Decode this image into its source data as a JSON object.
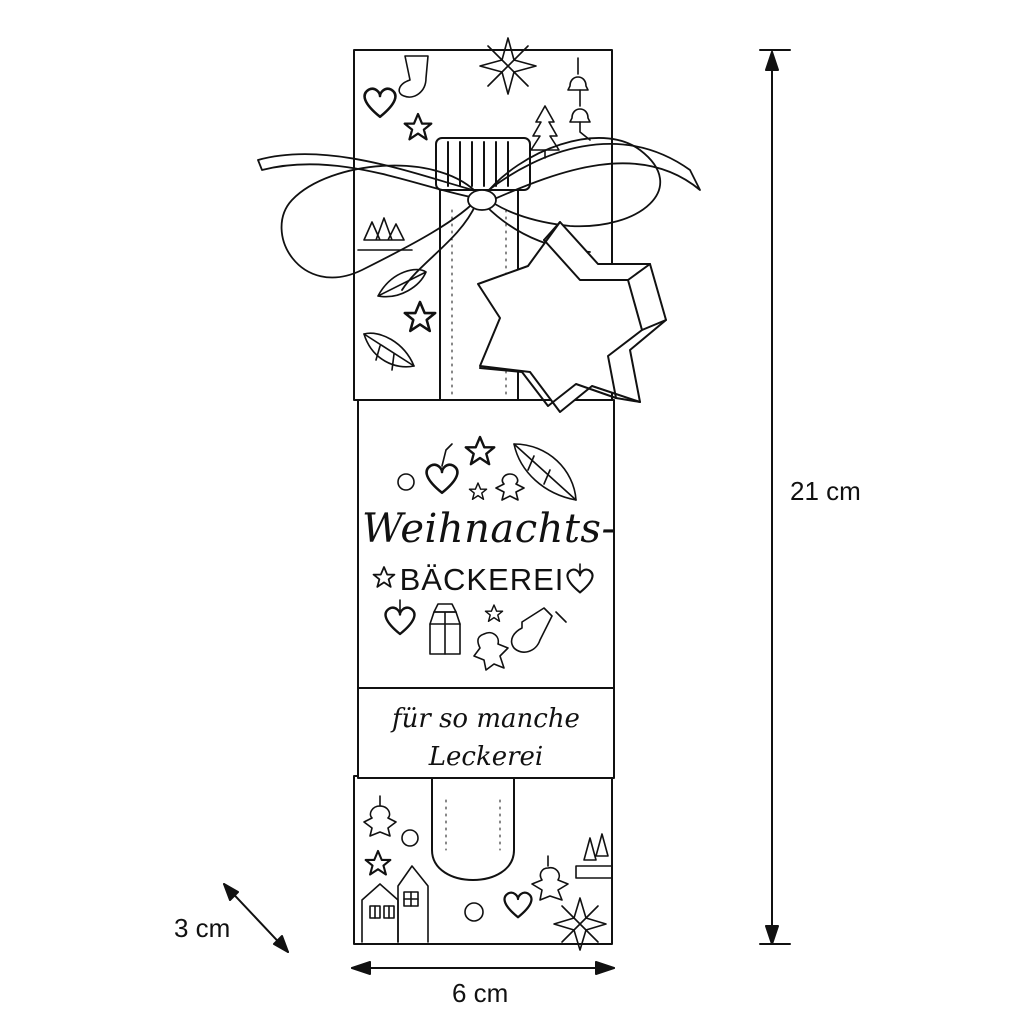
{
  "product": {
    "title_line1": "Weihnachts-",
    "title_line2": "BÄCKEREI",
    "sleeve_line1": "für so manche",
    "sleeve_line2": "Leckerei"
  },
  "dimensions": {
    "height": "21 cm",
    "width": "6 cm",
    "depth": "3 cm"
  },
  "icons": [
    "star-icon",
    "heart-icon",
    "leaf-icon",
    "ornament-icon",
    "stocking-icon",
    "lantern-icon",
    "gingerbread-man-icon",
    "bell-icon",
    "fir-tree-icon",
    "house-icon",
    "snowflake-star-icon",
    "star-cookie-cutter-icon",
    "ribbon-bow-icon"
  ]
}
